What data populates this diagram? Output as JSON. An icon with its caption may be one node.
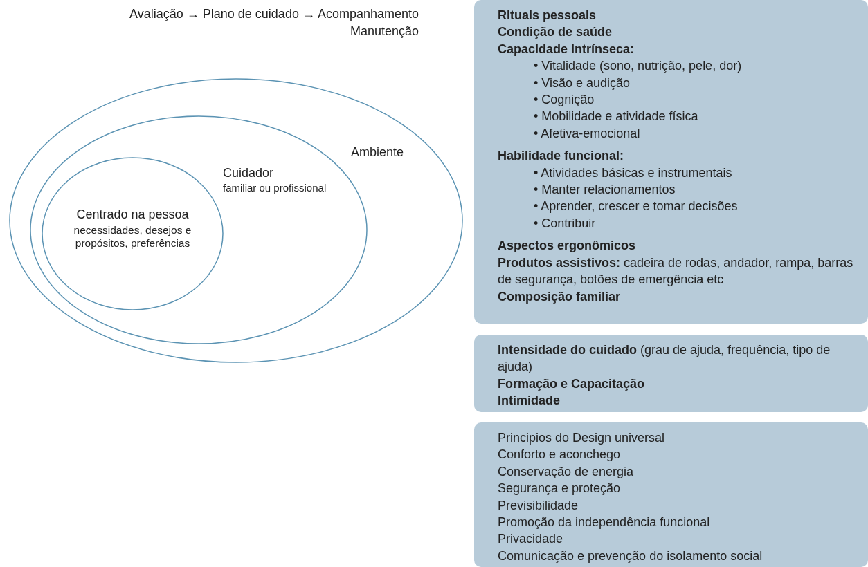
{
  "diagram": {
    "nodes": [
      {
        "text": [
          "Ambiente"
        ]
      },
      {
        "text": [
          "Cuidador",
          "familiar ou profissional"
        ],
        "in": 0
      },
      {
        "text": [
          "Centrado na pessoa",
          "necessidades, desejos e propósitos, preferências"
        ],
        "in": 1
      },
      {
        "text": [
          "Rituais pessoais",
          "Condição de saúde",
          "Capacidade intrínseca:",
          "• Vitalidade (sono, nutrição, pele, dor)",
          "• Visão e audição",
          "• Cognição",
          "• Mobilidade e atividade física",
          "• Afetiva-emocional",
          "Habilidade funcional:",
          "• Atividades básicas e instrumentais",
          "• Manter relacionamentos",
          "• Aprender, crescer e tomar decisões",
          "• Contribuir",
          "Aspectos ergonômicos",
          "**Produtos assistivos:** cadeira de rodas, andador, rampa, barras de segurança, botões de emergência etc",
          "Composição familiar"
        ]
      },
      {
        "text": [
          "**Intensidade do cuidado** (grau de ajuda, frequência, tipo de ajuda)",
          "Formação e Capacitação",
          "Intimidade"
        ]
      },
      {
        "text": [
          "Principios do Design universal",
          "Conforto e aconchego",
          "Conservação de energia",
          "Segurança e proteção",
          "Previsibilidade",
          "Promoção da independência funcional",
          "Privacidade",
          "Comunicação e prevenção do isolamento social"
        ]
      }
    ],
    "edges": [],
    "labels": [
      "Avaliação → Plano de cuidado → Acompanhamento Manutenção"
    ]
  }
}
